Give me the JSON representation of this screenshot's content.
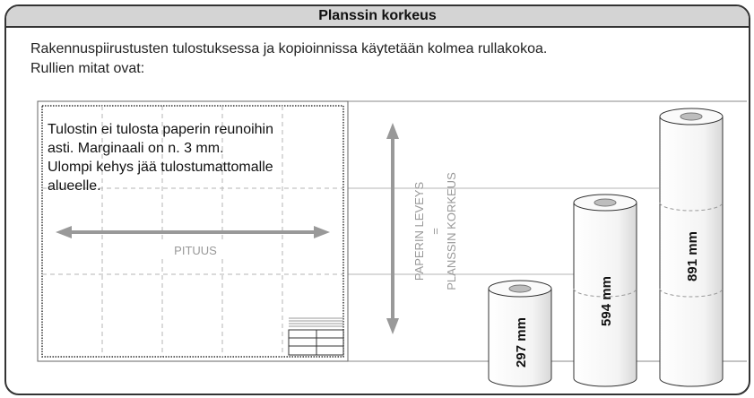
{
  "title": "Planssin korkeus",
  "intro": [
    "Rakennuspiirustusten tulostuksessa ja kopioinnissa käytetään kolmea rullakokoa.",
    "Rullien mitat ovat:"
  ],
  "sheet_note": [
    "Tulostin ei tulosta paperin reunoihin",
    "asti. Marginaali on n. 3 mm.",
    "Ulompi kehys jää tulostumattomalle",
    "alueelle."
  ],
  "length_label": "PITUUS",
  "width_labels": [
    "PAPERIN LEVEYS",
    "=",
    "PLANSSIN KORKEUS"
  ],
  "rolls": [
    "297 mm",
    "594 mm",
    "891 mm"
  ]
}
